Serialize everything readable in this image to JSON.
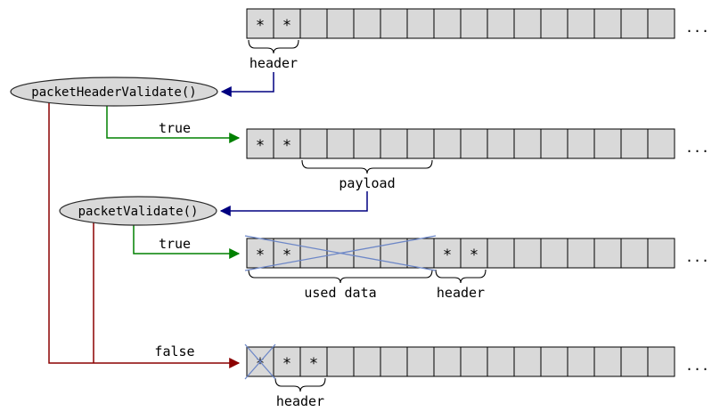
{
  "nodes": {
    "packet_header_validate": "packetHeaderValidate()",
    "packet_validate": "packetValidate()"
  },
  "edge_labels": {
    "true_header": "true",
    "true_packet": "true",
    "false_packet": "false"
  },
  "cell_marker": "*",
  "ellipsis": "...",
  "rows": [
    {
      "name": "buffer-incoming",
      "cell_count": 16,
      "starred_cells": [
        0,
        1
      ],
      "braces": [
        {
          "from": 0,
          "to": 1,
          "label": "header"
        }
      ],
      "crossed_ranges": []
    },
    {
      "name": "buffer-header-valid",
      "cell_count": 16,
      "starred_cells": [
        0,
        1
      ],
      "braces": [
        {
          "from": 2,
          "to": 6,
          "label": "payload"
        }
      ],
      "crossed_ranges": []
    },
    {
      "name": "buffer-packet-valid",
      "cell_count": 16,
      "starred_cells": [
        0,
        1,
        7,
        8
      ],
      "braces": [
        {
          "from": 0,
          "to": 6,
          "label": "used data"
        },
        {
          "from": 7,
          "to": 8,
          "label": "header"
        }
      ],
      "crossed_ranges": [
        {
          "from": 0,
          "to": 6
        }
      ]
    },
    {
      "name": "buffer-invalid",
      "cell_count": 16,
      "starred_cells": [
        0,
        1,
        2
      ],
      "braces": [
        {
          "from": 1,
          "to": 2,
          "label": "header"
        }
      ],
      "crossed_ranges": [
        {
          "from": 0,
          "to": 0
        }
      ]
    }
  ]
}
